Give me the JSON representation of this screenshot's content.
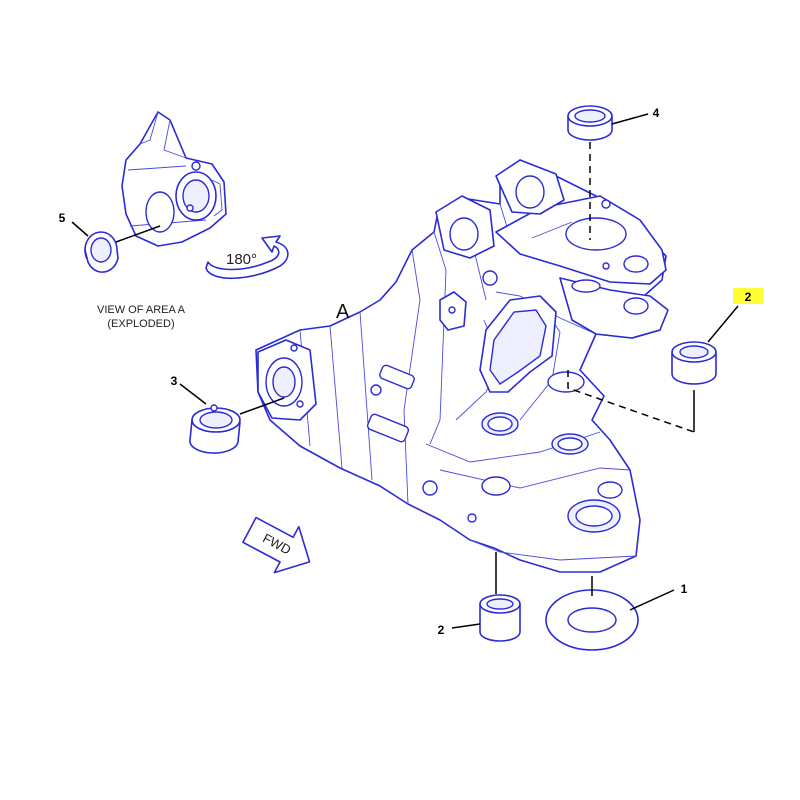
{
  "callouts": [
    {
      "id": "c1",
      "label": "1"
    },
    {
      "id": "c2a",
      "label": "2"
    },
    {
      "id": "c2b",
      "label": "2"
    },
    {
      "id": "c3",
      "label": "3"
    },
    {
      "id": "c4",
      "label": "4"
    },
    {
      "id": "c5",
      "label": "5"
    }
  ],
  "highlight_color": "#ffff33",
  "line_color": "#2b2bd6",
  "view_caption": {
    "line1": "VIEW OF AREA A",
    "line2": "(EXPLODED)"
  },
  "area_label": "A",
  "rotation_label": "180°",
  "direction_label": "FWD"
}
